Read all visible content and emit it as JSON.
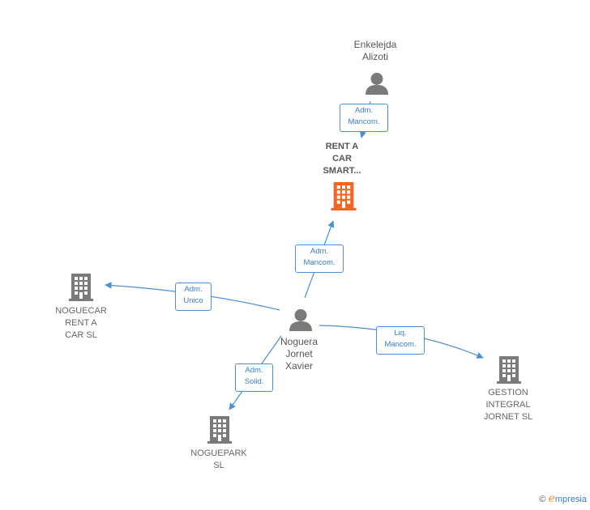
{
  "nodes": {
    "enkelejda": {
      "label": "Enkelejda\nAlizoti",
      "icon": "person-icon"
    },
    "rentacar": {
      "label": "RENT A\nCAR\nSMART...",
      "icon": "building-icon",
      "color": "#f26522"
    },
    "noguera": {
      "label": "Noguera\nJornet\nXavier",
      "icon": "person-icon"
    },
    "noguecar": {
      "label": "NOGUECAR\nRENT A\nCAR  SL",
      "icon": "building-icon"
    },
    "noguepark": {
      "label": "NOGUEPARK\nSL",
      "icon": "building-icon"
    },
    "gestion": {
      "label": "GESTION\nINTEGRAL\nJORNET  SL",
      "icon": "building-icon"
    }
  },
  "edges": {
    "e1": {
      "label": "Adm.\nMancom."
    },
    "e2": {
      "label": "Adm.\nMancom."
    },
    "e3": {
      "label": "Adm.\nUnico"
    },
    "e4": {
      "label": "Adm.\nSolid."
    },
    "e5": {
      "label": "Liq.\nMancom."
    }
  },
  "colors": {
    "edge": "#4a90d9",
    "node": "#7a7a7a",
    "highlight": "#f26522"
  },
  "brand": {
    "copyright": "©",
    "initial": "e",
    "name": "mpresia"
  }
}
